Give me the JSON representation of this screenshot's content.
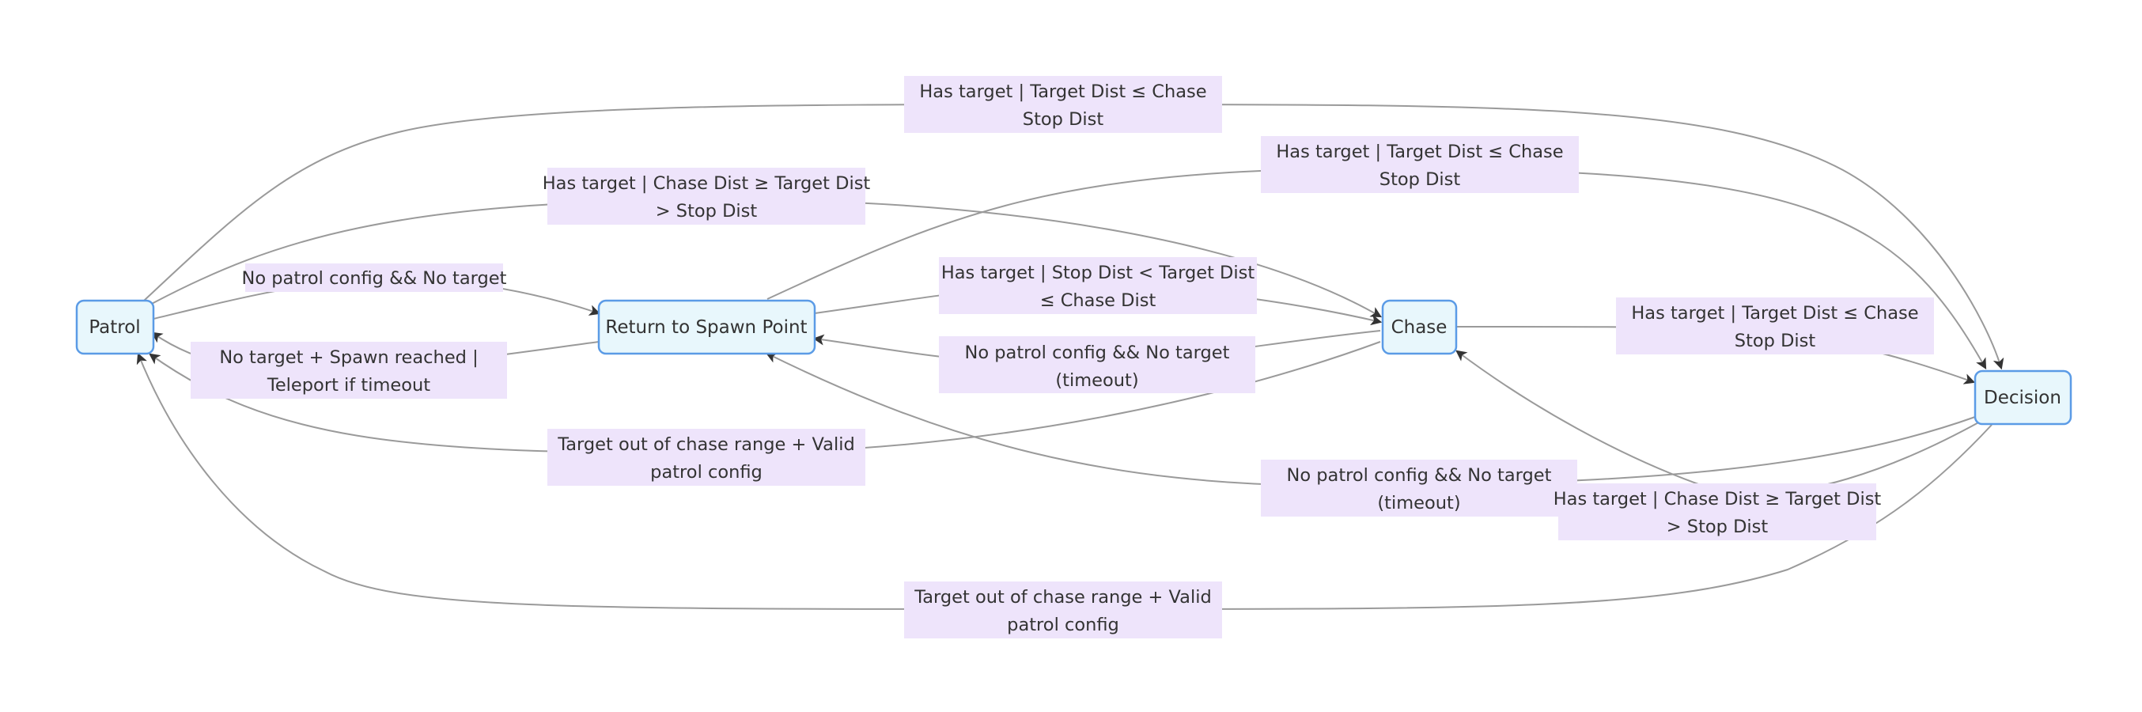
{
  "colors": {
    "node_fill": "#e8f7fc",
    "node_border": "#5b9be6",
    "label_bg": "#eee4fb",
    "edge": "#9a9a9a",
    "text": "#333333"
  },
  "nodes": {
    "patrol": "Patrol",
    "return_to_spawn": "Return to Spawn Point",
    "chase": "Chase",
    "decision": "Decision"
  },
  "edges": {
    "patrol_to_decision": [
      "Has target | Target Dist ≤ Chase",
      "Stop Dist"
    ],
    "return_to_decision": [
      "Has target | Target Dist ≤ Chase",
      "Stop Dist"
    ],
    "patrol_to_chase": [
      "Has target | Chase Dist ≥ Target Dist",
      "> Stop Dist"
    ],
    "patrol_to_return": [
      "No patrol config && No target"
    ],
    "return_to_chase": [
      "Has target | Stop Dist < Target Dist",
      "≤ Chase Dist"
    ],
    "chase_to_decision": [
      "Has target | Target Dist ≤ Chase",
      "Stop Dist"
    ],
    "return_to_patrol": [
      "No target + Spawn reached |",
      "Teleport if timeout"
    ],
    "chase_to_return": [
      "No patrol config && No target",
      "(timeout)"
    ],
    "chase_to_patrol": [
      "Target out of chase range + Valid",
      "patrol config"
    ],
    "decision_to_return": [
      "No patrol config && No target",
      "(timeout)"
    ],
    "decision_to_chase": [
      "Has target | Chase Dist ≥ Target Dist",
      "> Stop Dist"
    ],
    "decision_to_patrol": [
      "Target out of chase range + Valid",
      "patrol config"
    ]
  }
}
